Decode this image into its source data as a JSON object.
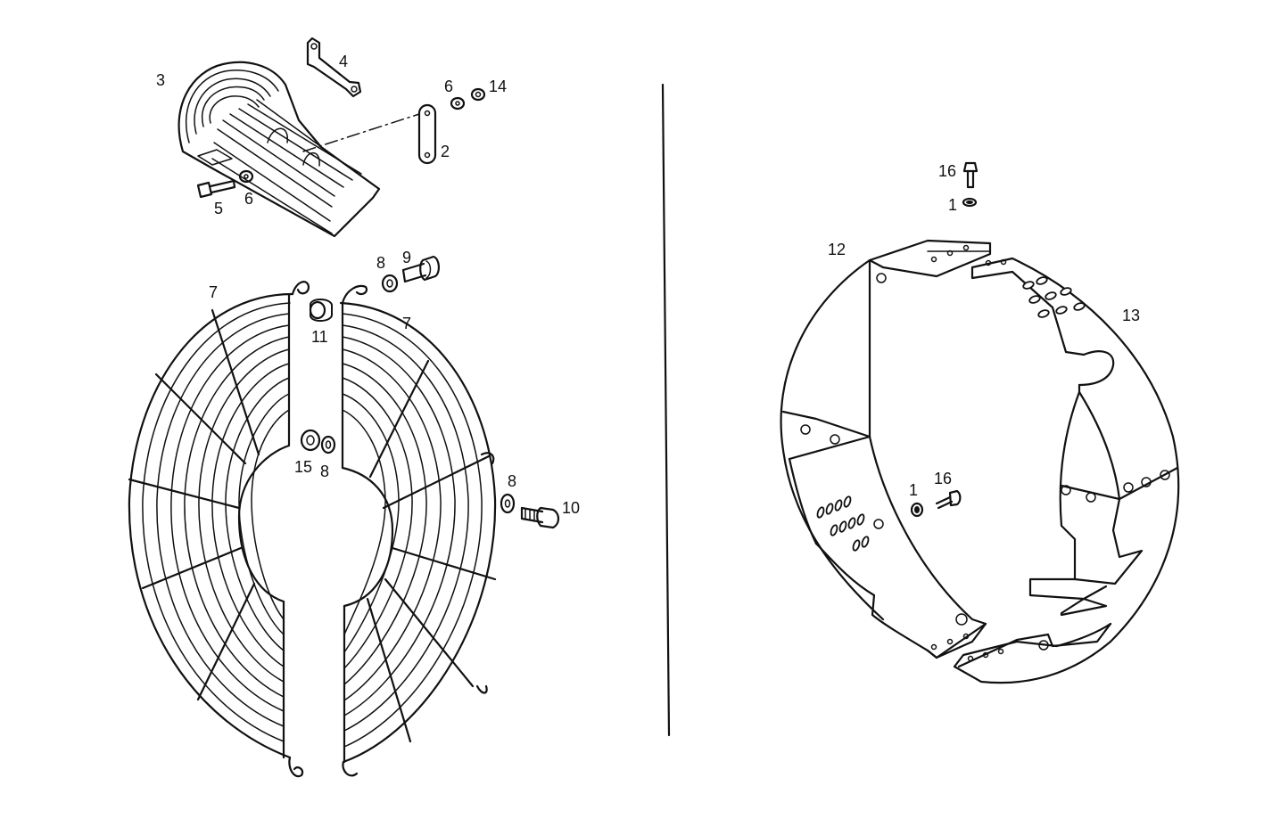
{
  "labels": {
    "p1_a": "1",
    "p1_b": "1",
    "p2": "2",
    "p3": "3",
    "p4": "4",
    "p5": "5",
    "p6_a": "6",
    "p6_b": "6",
    "p7_a": "7",
    "p7_b": "7",
    "p8_a": "8",
    "p8_b": "8",
    "p8_c": "8",
    "p9": "9",
    "p10": "10",
    "p11": "11",
    "p12": "12",
    "p13": "13",
    "p14": "14",
    "p15": "15",
    "p16_a": "16",
    "p16_b": "16"
  }
}
